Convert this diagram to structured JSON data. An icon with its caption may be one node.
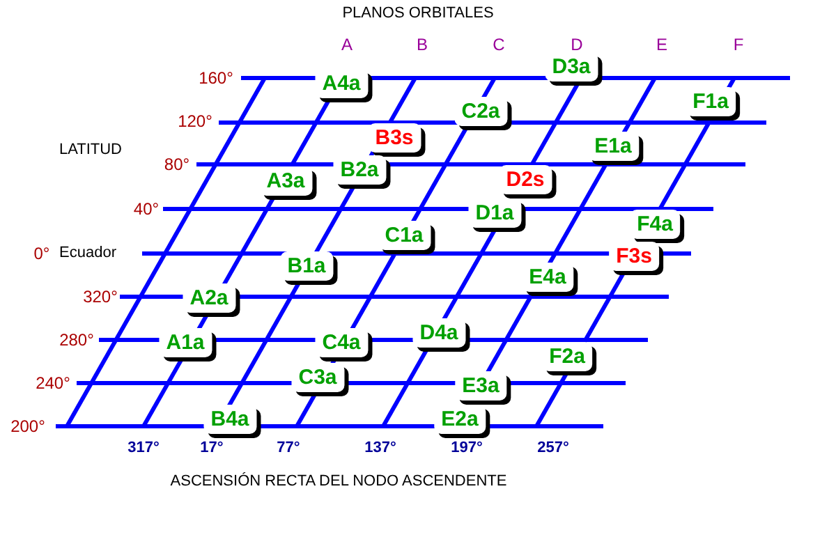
{
  "diagram": {
    "nodes": [
      {
        "text": [
          "D3a"
        ]
      },
      {
        "text": [
          "A4a"
        ]
      },
      {
        "text": [
          "F1a"
        ]
      },
      {
        "text": [
          "C2a"
        ]
      },
      {
        "text": [
          "B3s"
        ]
      },
      {
        "text": [
          "E1a"
        ]
      },
      {
        "text": [
          "B2a"
        ]
      },
      {
        "text": [
          "D2s"
        ]
      },
      {
        "text": [
          "A3a"
        ]
      },
      {
        "text": [
          "D1a"
        ]
      },
      {
        "text": [
          "F4a"
        ]
      },
      {
        "text": [
          "C1a"
        ]
      },
      {
        "text": [
          "F3s"
        ]
      },
      {
        "text": [
          "B1a"
        ]
      },
      {
        "text": [
          "E4a"
        ]
      },
      {
        "text": [
          "A2a"
        ]
      },
      {
        "text": [
          "D4a"
        ]
      },
      {
        "text": [
          "A1a"
        ]
      },
      {
        "text": [
          "C4a"
        ]
      },
      {
        "text": [
          "F2a"
        ]
      },
      {
        "text": [
          "C3a"
        ]
      },
      {
        "text": [
          "E3a"
        ]
      },
      {
        "text": [
          "B4a"
        ]
      },
      {
        "text": [
          "E2a"
        ]
      }
    ],
    "edges": [],
    "labels": [
      "PLANOS ORBITALES",
      "A",
      "B",
      "C",
      "D",
      "E",
      "F",
      "160°",
      "120°",
      "LATITUD",
      "80°",
      "40°",
      "0°",
      "Ecuador",
      "320°",
      "280°",
      "240°",
      "200°",
      "317°",
      "17°",
      "77°",
      "137°",
      "197°",
      "257°",
      "ASCENSIÓN RECTA DEL NODO ASCENDENTE"
    ]
  }
}
